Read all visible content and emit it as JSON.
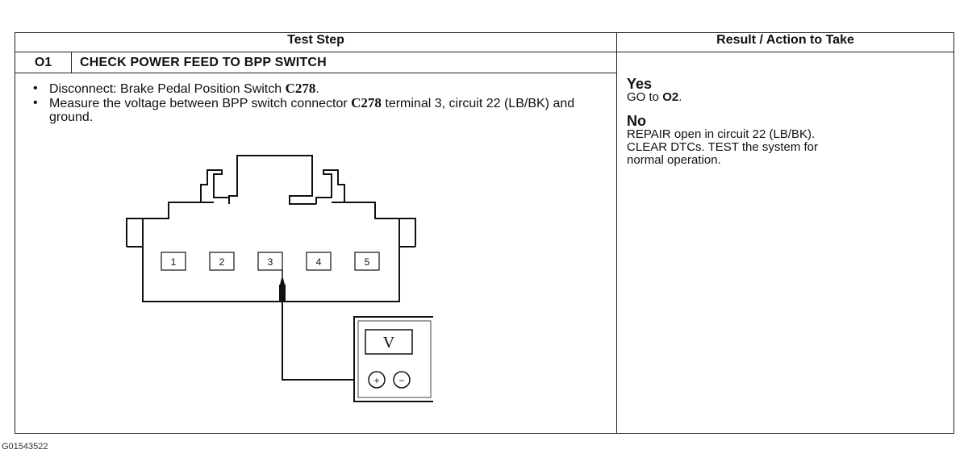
{
  "table": {
    "header_test_step": "Test Step",
    "header_result": "Result / Action to Take",
    "step": {
      "id": "O1",
      "title": "CHECK POWER FEED TO BPP SWITCH",
      "instructions": [
        {
          "text": "Disconnect: Brake Pedal Position Switch ",
          "ref": "C278",
          "tail": "."
        },
        {
          "text": "Measure the voltage between BPP switch connector ",
          "ref": "C278",
          "tail": " terminal 3, circuit 22 (LB/BK) and ground."
        }
      ]
    },
    "results": {
      "yes_label": "Yes",
      "yes_text_pre": "GO to ",
      "yes_target": "O2",
      "yes_text_post": ".",
      "no_label": "No",
      "no_text_line1": "REPAIR open in circuit 22 (LB/BK).",
      "no_text_line2": "CLEAR DTCs. TEST the system for",
      "no_text_line3": "normal operation."
    }
  },
  "diagram": {
    "connector_terminals": [
      "1",
      "2",
      "3",
      "4",
      "5"
    ],
    "probed_terminal": "3",
    "meter_symbol": "V",
    "meter_positive": "+",
    "meter_negative": "−",
    "ground_symbol": "ground-icon"
  },
  "footer_code": "G01543522"
}
